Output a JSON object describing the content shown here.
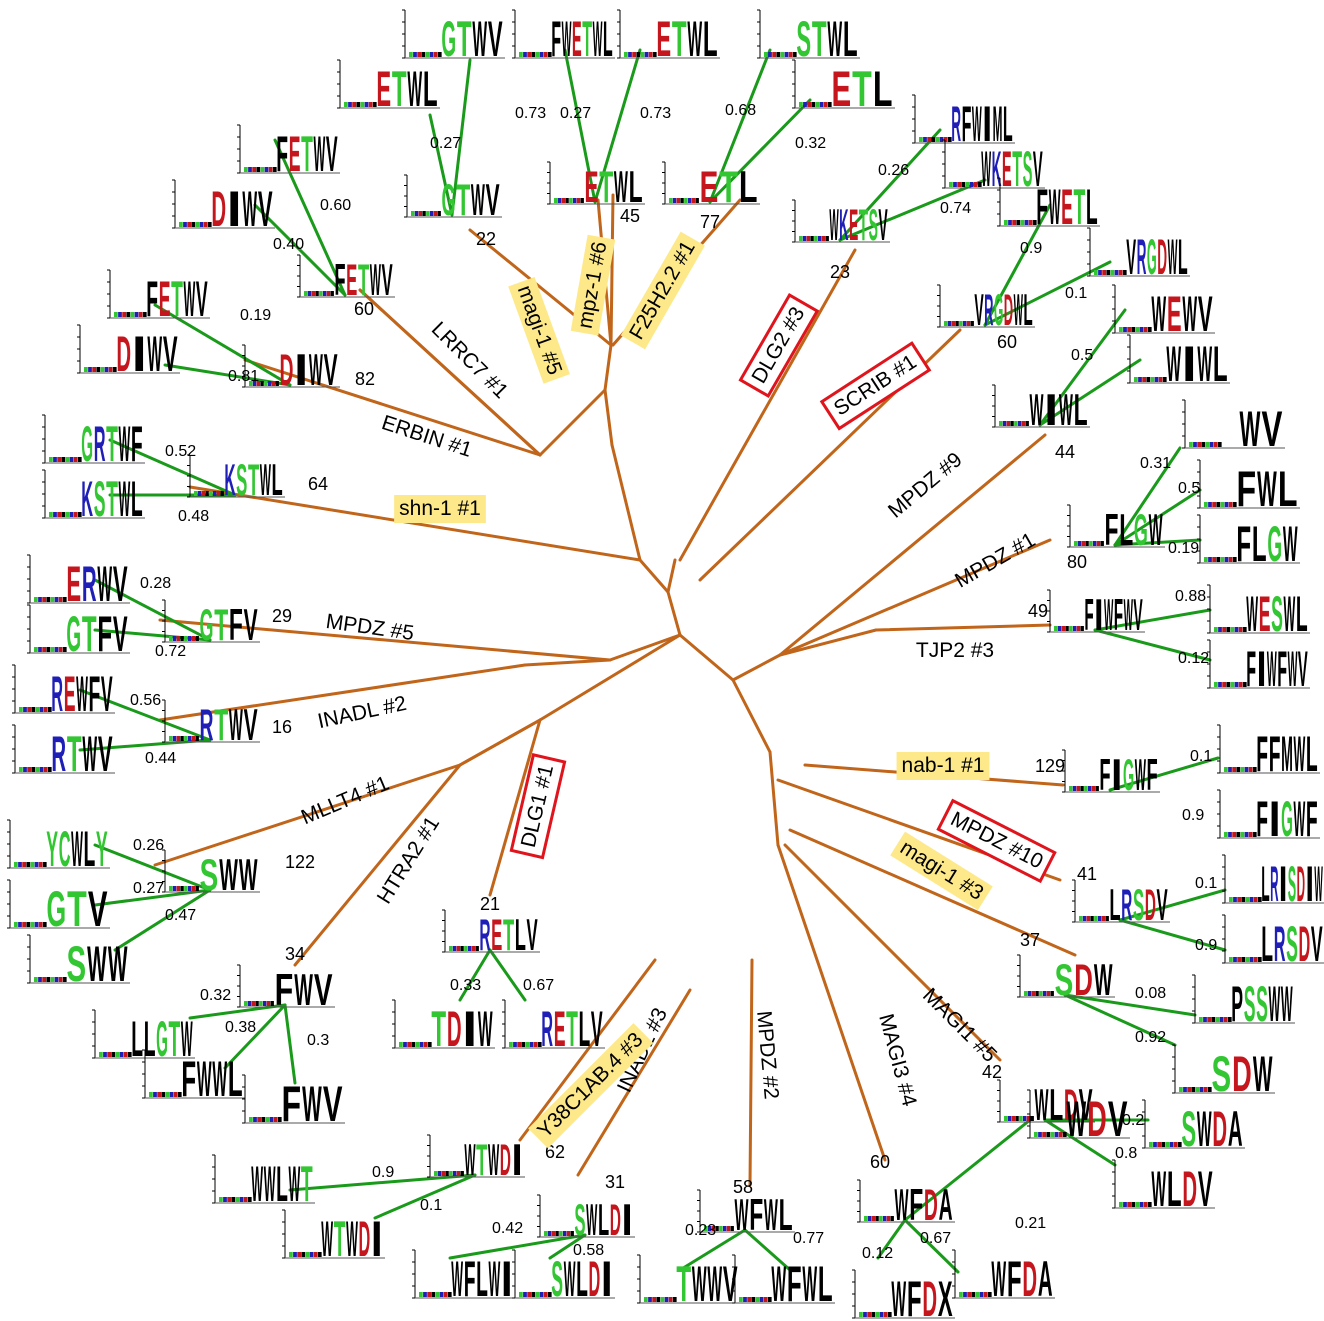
{
  "domains": [
    {
      "label": "magi-1 #5",
      "style": "yellow",
      "count": "22",
      "logos": [
        {
          "main": "ETWL",
          "frac": "0.27"
        },
        {
          "main": "GTWV",
          "frac": "0.73"
        }
      ]
    },
    {
      "label": "mpz-1 #6",
      "style": "yellow",
      "count": "45",
      "logos": [
        {
          "main": "FWETWL",
          "frac": "0.27"
        },
        {
          "main": "ETWL",
          "frac": "0.73"
        }
      ]
    },
    {
      "label": "F25H2.2 #1",
      "style": "yellow",
      "count": "77",
      "logos": [
        {
          "main": "STWL",
          "frac": "0.68"
        },
        {
          "main": "ETL",
          "frac": "0.32"
        }
      ]
    },
    {
      "label": "DLG2 #3",
      "style": "red",
      "count": "23",
      "logos": [
        {
          "main": "RFWIML",
          "frac": "0.26"
        },
        {
          "main": "WKETSV",
          "frac": "0.74"
        }
      ]
    },
    {
      "label": "SCRIB #1",
      "style": "red",
      "count": "60",
      "logos": [
        {
          "main": "FWETL",
          "frac": "0.9"
        },
        {
          "main": "VRGDWL",
          "frac": "0.1"
        }
      ]
    },
    {
      "label": "MPDZ #9",
      "style": "plain",
      "count": "44",
      "logos": [
        {
          "main": "WEWV",
          "frac": "0.5"
        },
        {
          "main": "WIWL",
          "frac": ""
        }
      ]
    },
    {
      "label": "MPDZ #1",
      "style": "plain",
      "count": "80",
      "logos": [
        {
          "main": "WV",
          "frac": "0.31"
        },
        {
          "main": "FWL",
          "frac": "0.5"
        },
        {
          "main": "FLGW",
          "frac": "0.19"
        }
      ]
    },
    {
      "label": "TJP2 #3",
      "style": "plain",
      "count": "49",
      "logos": [
        {
          "main": "WESWL",
          "frac": "0.88"
        },
        {
          "main": "FIWFWV",
          "frac": "0.12"
        }
      ]
    },
    {
      "label": "nab-1 #1",
      "style": "yellow",
      "count": "129",
      "logos": [
        {
          "main": "FFMWL",
          "frac": "0.1"
        },
        {
          "main": "FIGWF",
          "frac": "0.9"
        }
      ]
    },
    {
      "label": "MPDZ #10",
      "style": "red",
      "count": "41",
      "logos": [
        {
          "main": "LRISDIW",
          "frac": "0.1"
        },
        {
          "main": "LRSDV",
          "frac": "0.9"
        }
      ]
    },
    {
      "label": "magi-1 #3",
      "style": "yellow",
      "count": "37",
      "logos": [
        {
          "main": "PSSWW",
          "frac": "0.08"
        },
        {
          "main": "SDW",
          "frac": "0.92"
        }
      ]
    },
    {
      "label": "MAGI1 #5",
      "style": "plain",
      "count": "42",
      "logos": [
        {
          "main": "SWDA",
          "frac": "0.2"
        },
        {
          "main": "WLDV",
          "frac": "0.8"
        }
      ]
    },
    {
      "label": "MAGI3 #4",
      "style": "plain",
      "count": "60",
      "logos": [
        {
          "main": "WFDX",
          "frac": "0.12"
        },
        {
          "main": "WDV",
          "frac": "0.21"
        },
        {
          "main": "WFDA",
          "frac": "0.67"
        }
      ]
    },
    {
      "label": "MPDZ #2",
      "style": "plain",
      "count": "58",
      "logos": [
        {
          "main": "TWWV",
          "frac": "0.23"
        },
        {
          "main": "WFWL",
          "frac": "0.77"
        }
      ]
    },
    {
      "label": "INADL #3",
      "style": "plain",
      "count": "31",
      "logos": [
        {
          "main": "WFLWI",
          "frac": "0.42"
        },
        {
          "main": "SWLDI",
          "frac": "0.58"
        }
      ]
    },
    {
      "label": "Y38C1AB.4 #3",
      "style": "yellow",
      "count": "62",
      "logos": [
        {
          "main": "WWLWT",
          "frac": "0.9"
        },
        {
          "main": "WTWDI",
          "frac": "0.1"
        }
      ]
    },
    {
      "label": "DLG1 #1",
      "style": "red",
      "count": "21",
      "logos": [
        {
          "main": "TDIW",
          "frac": "0.33"
        },
        {
          "main": "RETLV",
          "frac": "0.67"
        }
      ]
    },
    {
      "label": "HTRA2 #1",
      "style": "plain",
      "count": "34",
      "logos": [
        {
          "main": "LLGTW",
          "frac": "0.32"
        },
        {
          "main": "FWWL",
          "frac": "0.38"
        },
        {
          "main": "FWV",
          "frac": "0.3"
        }
      ]
    },
    {
      "label": "MLLT4 #1",
      "style": "plain",
      "count": "122",
      "logos": [
        {
          "main": "YCWLY",
          "frac": "0.26"
        },
        {
          "main": "GTV",
          "frac": "0.27"
        },
        {
          "main": "SWW",
          "frac": "0.47"
        }
      ]
    },
    {
      "label": "INADL #2",
      "style": "plain",
      "count": "16",
      "logos": [
        {
          "main": "REWFV",
          "frac": "0.56"
        },
        {
          "main": "RTWV",
          "frac": "0.44"
        }
      ]
    },
    {
      "label": "MPDZ #5",
      "style": "plain",
      "count": "29",
      "logos": [
        {
          "main": "ERWV",
          "frac": "0.28"
        },
        {
          "main": "GTFV",
          "frac": "0.72"
        }
      ]
    },
    {
      "label": "shn-1 #1",
      "style": "yellow",
      "count": "64",
      "logos": [
        {
          "main": "GRTWF",
          "frac": "0.52"
        },
        {
          "main": "KSTWL",
          "frac": "0.48"
        }
      ]
    },
    {
      "label": "ERBIN #1",
      "style": "plain",
      "count": "82",
      "logos": [
        {
          "main": "FETWV",
          "frac": "0.19"
        },
        {
          "main": "DIWV",
          "frac": "0.81"
        }
      ]
    },
    {
      "label": "LRRC7 #1",
      "style": "plain",
      "count": "60",
      "logos": [
        {
          "main": "DIWV",
          "frac": "0.40"
        },
        {
          "main": "FETWV",
          "frac": "0.60"
        }
      ]
    }
  ],
  "colors": {
    "tree": "#c0651a",
    "sub_branch": "#1a9a1a",
    "highlight_yellow": "#fde98a",
    "highlight_red_border": "#e0141c",
    "letter_green": "#33c633",
    "letter_red": "#c4161c",
    "letter_blue": "#1f1fb8",
    "letter_black": "#000000"
  }
}
